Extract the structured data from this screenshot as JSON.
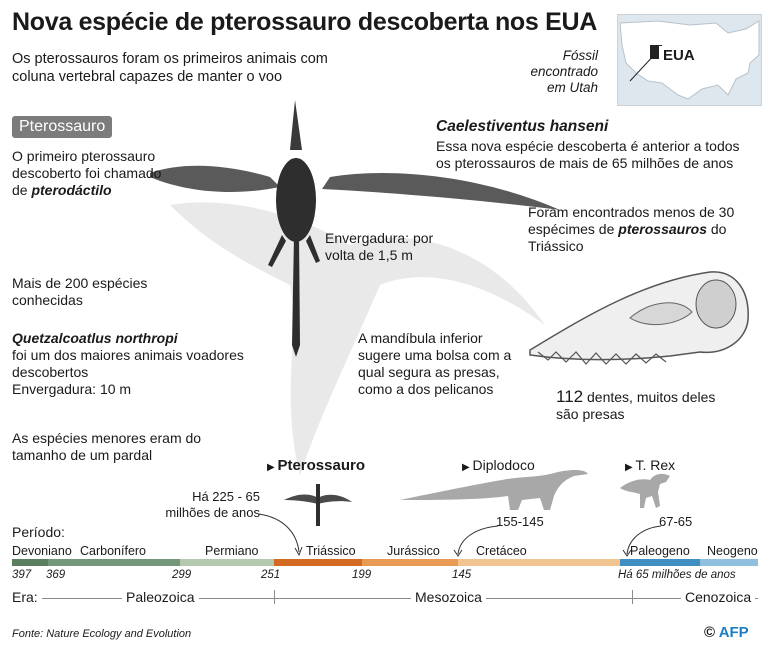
{
  "title": "Nova espécie de pterossauro descoberta nos EUA",
  "subtitle": "Os pterossauros foram os primeiros animais com coluna vertebral capazes de manter o voo",
  "map": {
    "country_label": "EUA",
    "fossil_note": "Fóssil encontrado em Utah",
    "land_color": "#ffffff",
    "water_color": "#dfe7ee",
    "highlight_color": "#222222"
  },
  "left_panel": {
    "badge": "Pterossauro",
    "first_prefix": "O primeiro pterossauro descoberto foi chamado de ",
    "first_name": "pterodáctilo",
    "species_count": "Mais de 200 espécies conhecidas",
    "quetz_name": "Quetzalcoatlus northropi",
    "quetz_desc": "foi um dos maiores animais voadores descobertos",
    "quetz_span": "Envergadura: 10 m",
    "smaller": "As espécies menores eram do tamanho de um pardal"
  },
  "wingspan": "Envergadura: por volta de 1,5 m",
  "right_panel": {
    "species_name": "Caelestiventus hanseni",
    "species_desc": "Essa nova espécie descoberta é anterior a todos os pterossauros de mais de 65 milhões de anos",
    "found_prefix": "Foram encontrados menos de 30 espécimes de ",
    "found_bold": "pterossauros",
    "found_suffix": " do Triássico",
    "jaw": "A mandíbula inferior sugere uma bolsa com a qual segura as presas, como a dos pelicanos",
    "teeth_number": "112",
    "teeth_text": " dentes, muitos deles são presas"
  },
  "timeline": {
    "period_label": "Período:",
    "era_label": "Era:",
    "animals": [
      {
        "name": "Pterossauro",
        "range": "Há 225 - 65 milhões de anos"
      },
      {
        "name": "Diplodoco",
        "range": "155-145"
      },
      {
        "name": "T. Rex",
        "range": "67-65"
      }
    ],
    "periods": [
      {
        "name": "Devoniano",
        "color": "#5c7f5f"
      },
      {
        "name": "Carbonífero",
        "color": "#74967a"
      },
      {
        "name": "Permiano",
        "color": "#b5c9ae"
      },
      {
        "name": "Triássico",
        "color": "#d26a22"
      },
      {
        "name": "Jurássico",
        "color": "#e99a55"
      },
      {
        "name": "Cretáceo",
        "color": "#f2c48f"
      },
      {
        "name": "Paleogeno",
        "color": "#3f8fc2"
      },
      {
        "name": "Neogeno",
        "color": "#8fc0df"
      }
    ],
    "years": [
      "397",
      "369",
      "299",
      "251",
      "199",
      "145",
      "Há 65 milhões de anos"
    ],
    "eras": [
      "Paleozoica",
      "Mesozoica",
      "Cenozoica"
    ]
  },
  "footer": {
    "source": "Fonte:  Nature Ecology and Evolution",
    "copyright": "©",
    "agency": "AFP"
  }
}
